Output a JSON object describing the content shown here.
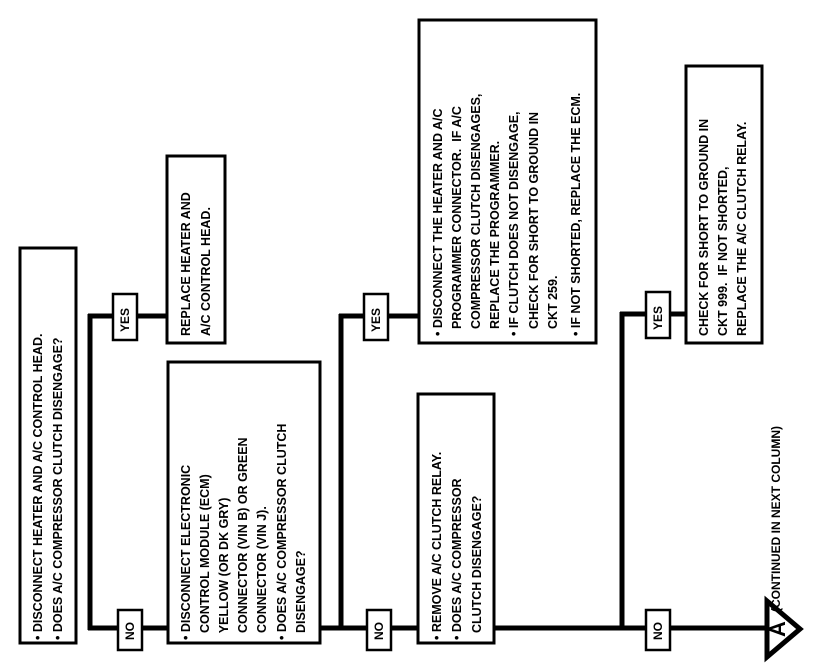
{
  "flowchart": {
    "step1": {
      "lines": [
        "• DISCONNECT HEATER AND A/C CONTROL HEAD.",
        "• DOES A/C COMPRESSOR CLUTCH DISENGAGE?"
      ],
      "yes_label": "YES",
      "no_label": "NO",
      "yes_result": [
        "REPLACE HEATER AND",
        "A/C CONTROL HEAD."
      ]
    },
    "step2": {
      "lines": [
        "• DISCONNECT ELECTRONIC",
        "  CONTROL MODULE (ECM)",
        "  YELLOW (OR DK GRY)",
        "  CONNECTOR (VIN B) OR GREEN",
        "  CONNECTOR (VIN J).",
        "• DOES A/C COMPRESSOR CLUTCH",
        "  DISENGAGE?"
      ],
      "yes_label": "YES",
      "no_label": "NO",
      "yes_result": [
        "• DISCONNECT THE HEATER AND A/C",
        "  PROGRAMMER CONNECTOR.  IF A/C",
        "  COMPRESSOR CLUTCH DISENGAGES,",
        "  REPLACE THE PROGRAMMER.",
        "• IF CLUTCH DOES NOT DISENGAGE,",
        "  CHECK FOR SHORT TO GROUND IN",
        "  CKT 259.",
        "• IF NOT SHORTED, REPLACE THE ECM."
      ]
    },
    "step3": {
      "lines": [
        "• REMOVE A/C CLUTCH RELAY.",
        "• DOES A/C COMPRESSOR",
        "  CLUTCH DISENGAGE?"
      ],
      "yes_label": "YES",
      "no_label": "NO",
      "yes_result": [
        "CHECK FOR SHORT TO GROUND IN",
        "CKT 999.  IF NOT SHORTED,",
        "REPLACE THE A/C CLUTCH RELAY."
      ]
    },
    "connector_letter": "A",
    "continued_text": "(CONTINUED IN NEXT COLUMN)"
  }
}
